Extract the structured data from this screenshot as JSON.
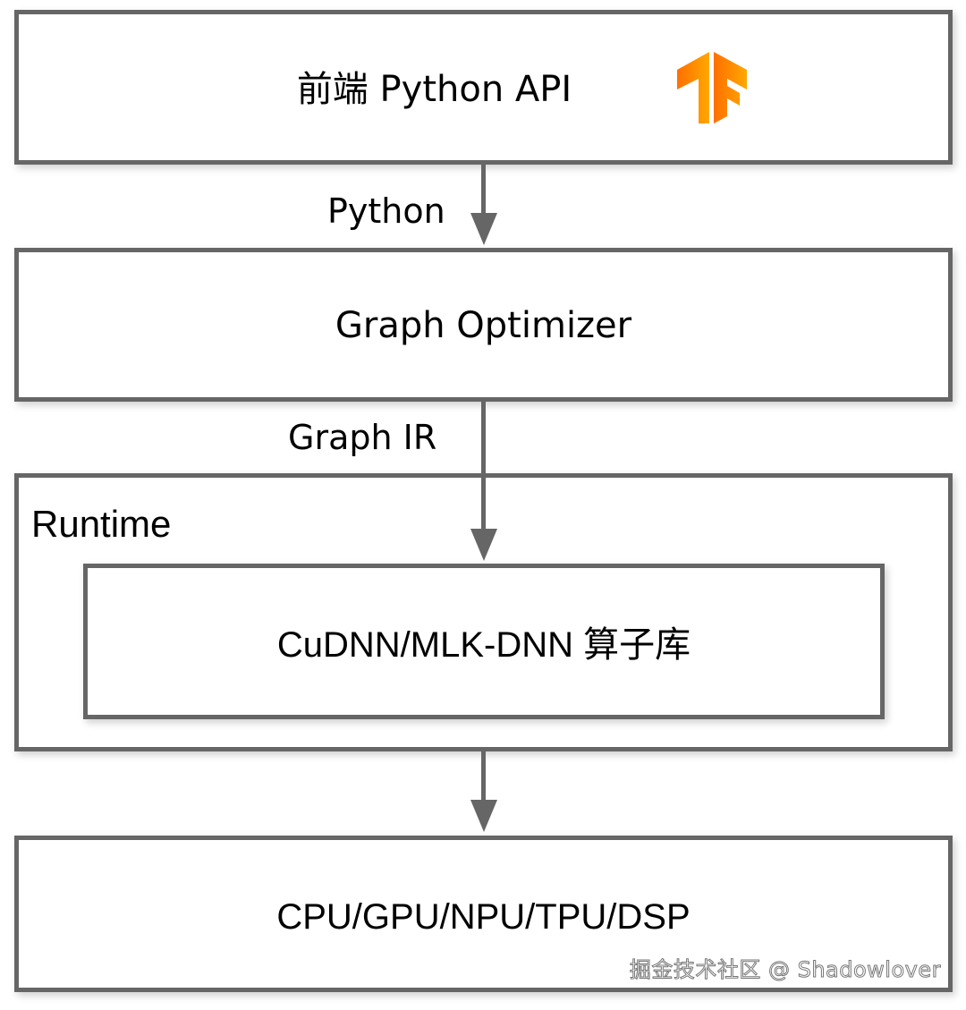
{
  "diagram": {
    "nodes": {
      "frontend": {
        "label": "前端 Python API",
        "logo": "tensorflow-logo"
      },
      "graph_optimizer": {
        "label": "Graph Optimizer"
      },
      "runtime": {
        "label": "Runtime"
      },
      "kernel_library": {
        "label": "CuDNN/MLK-DNN 算子库"
      },
      "hardware": {
        "label": "CPU/GPU/NPU/TPU/DSP"
      }
    },
    "edges": [
      {
        "from": "frontend",
        "to": "graph_optimizer",
        "label": "Python"
      },
      {
        "from": "graph_optimizer",
        "to": "kernel_library",
        "label": "Graph IR"
      },
      {
        "from": "runtime",
        "to": "hardware",
        "label": ""
      }
    ],
    "colors": {
      "border": "#666666",
      "logo_orange": "#FF8F00"
    }
  },
  "watermark": "掘金技术社区 @ Shadowlover"
}
